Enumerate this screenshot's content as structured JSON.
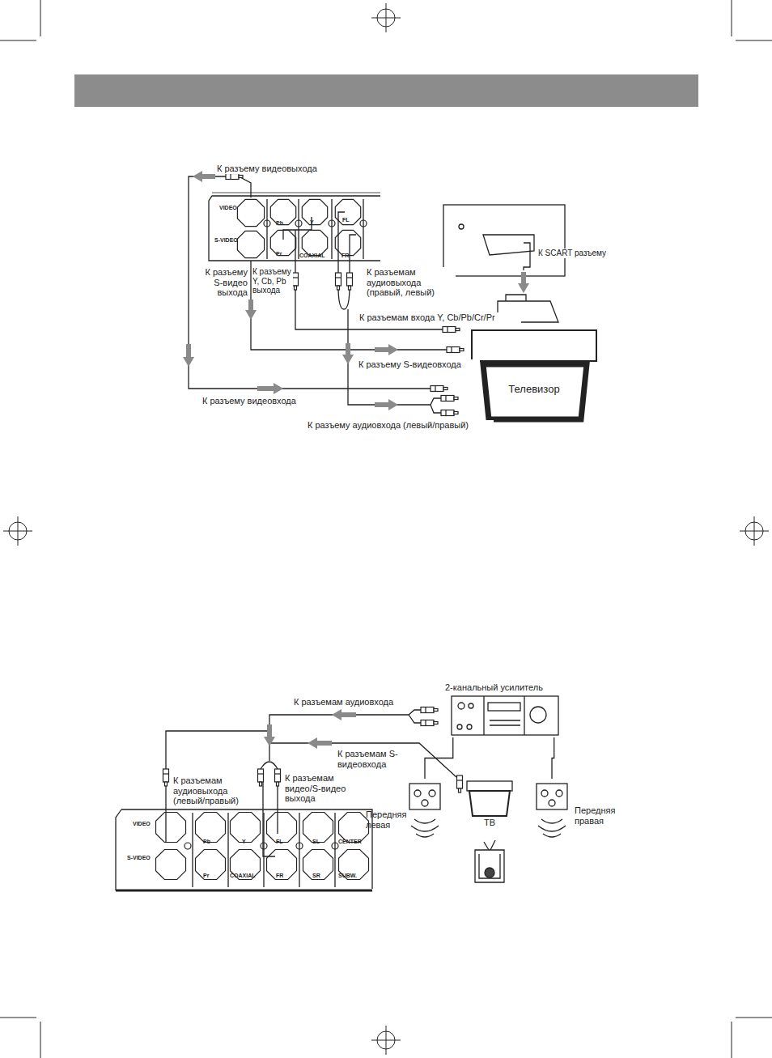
{
  "diagram": {
    "nodes": [
      {
        "text": [
          "Телевизор"
        ]
      },
      {
        "text": [
          "2-канальный усилитель"
        ]
      },
      {
        "text": [
          "Передняя левая"
        ]
      },
      {
        "text": [
          "ТВ"
        ]
      },
      {
        "text": [
          "Передняя правая"
        ]
      }
    ],
    "edges": [
      {
        "from": 1,
        "to": 2,
        "arrow": "none"
      },
      {
        "from": 1,
        "to": 4,
        "arrow": "none"
      }
    ],
    "labels": [
      "К разъему видеовыхода",
      "К разъему S-видео выхода",
      "К разъему Y, Cb, Pb выхода",
      "К разъемам аудиовыхода (правый, левый)",
      "К SCART разъему",
      "К разъемам входа Y, Cb/Pb/Cr/Pr",
      "К разъему S-видеовхода",
      "К разъему видеовхода",
      "К разъему аудиовхода (левый/правый)",
      "VIDEO",
      "S-VIDEO",
      "Pb",
      "Y",
      "Pr",
      "COAXIAL",
      "FL",
      "FR",
      "К разъемам аудиовхода",
      "К разъемам S-видеовхода",
      "К разъемам аудиовыхода (левый/правый)",
      "К разъемам видео/S-видео выхода",
      "VIDEO",
      "S-VIDEO",
      "Pb",
      "Y",
      "FL",
      "SL",
      "CENTER",
      "Pr",
      "COAXIAL",
      "FR",
      "SR",
      "SUBW."
    ]
  }
}
